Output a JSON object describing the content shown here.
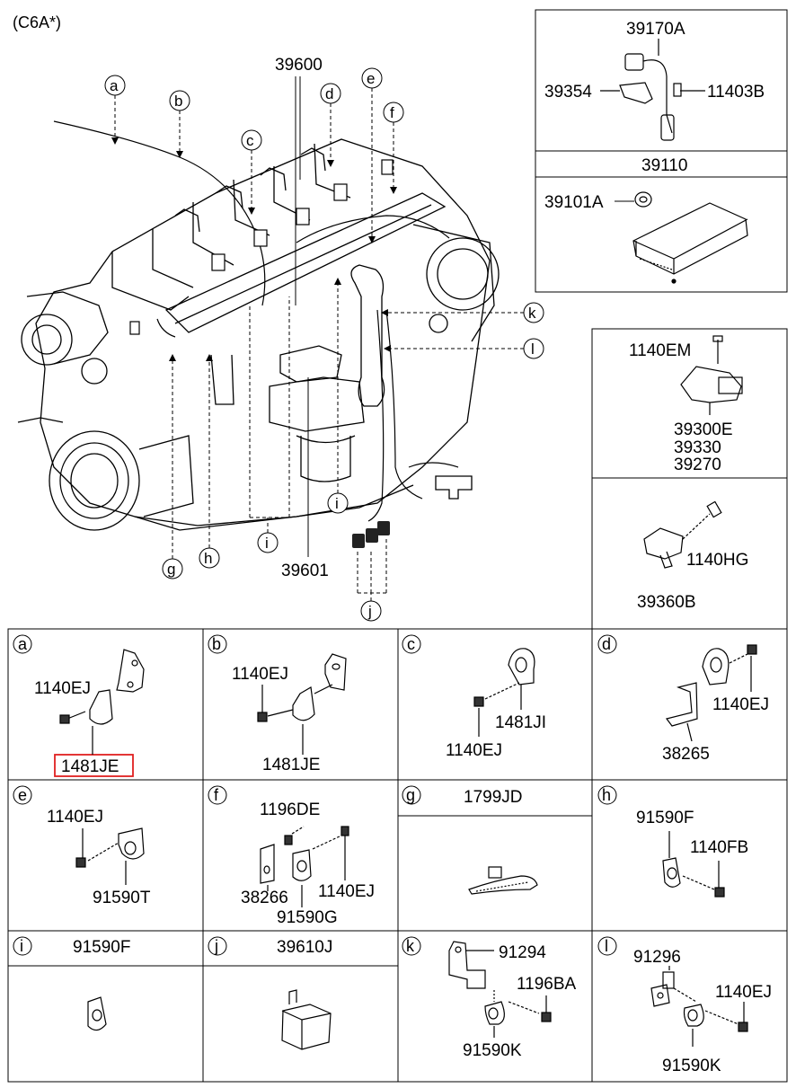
{
  "header": {
    "variant": "(C6A*)"
  },
  "main_diagram": {
    "labels": {
      "harness": "39600",
      "clamp_bracket": "39601"
    },
    "callouts": [
      "a",
      "b",
      "c",
      "d",
      "e",
      "f",
      "g",
      "h",
      "i",
      "i",
      "j",
      "k",
      "l"
    ]
  },
  "side_panels": {
    "crank_sensor": {
      "sensor": "39170A",
      "bracket": "39354",
      "bolt": "11403B"
    },
    "ecu": {
      "title": "39110",
      "ecu_part": "39101A"
    },
    "map_sensor": {
      "bolt": "1140EM",
      "parts": [
        "39300E",
        "39330",
        "39270"
      ]
    },
    "cam_sensor": {
      "bolt": "1140HG",
      "sensor": "39360B"
    }
  },
  "detail_cells": {
    "a": {
      "letter": "a",
      "bolt": "1140EJ",
      "clip": "1481JE",
      "highlighted": true,
      "highlight_color": "#e02020"
    },
    "b": {
      "letter": "b",
      "bolt": "1140EJ",
      "clip": "1481JE"
    },
    "c": {
      "letter": "c",
      "clip": "1481JI",
      "bolt": "1140EJ"
    },
    "d": {
      "letter": "d",
      "bolt": "1140EJ",
      "bracket": "38265"
    },
    "e": {
      "letter": "e",
      "bolt": "1140EJ",
      "clip": "91590T"
    },
    "f": {
      "letter": "f",
      "bolt1": "1196DE",
      "bracket": "38266",
      "bolt2": "1140EJ",
      "clip": "91590G"
    },
    "g": {
      "letter": "g",
      "title": "1799JD"
    },
    "h": {
      "letter": "h",
      "clip": "91590F",
      "bolt": "1140FB"
    },
    "i": {
      "letter": "i",
      "title": "91590F"
    },
    "j": {
      "letter": "j",
      "title": "39610J"
    },
    "k": {
      "letter": "k",
      "bracket": "91294",
      "bolt": "1196BA",
      "clip": "91590K"
    },
    "l": {
      "letter": "l",
      "bracket": "91296",
      "bolt": "1140EJ",
      "clip": "91590K"
    }
  }
}
